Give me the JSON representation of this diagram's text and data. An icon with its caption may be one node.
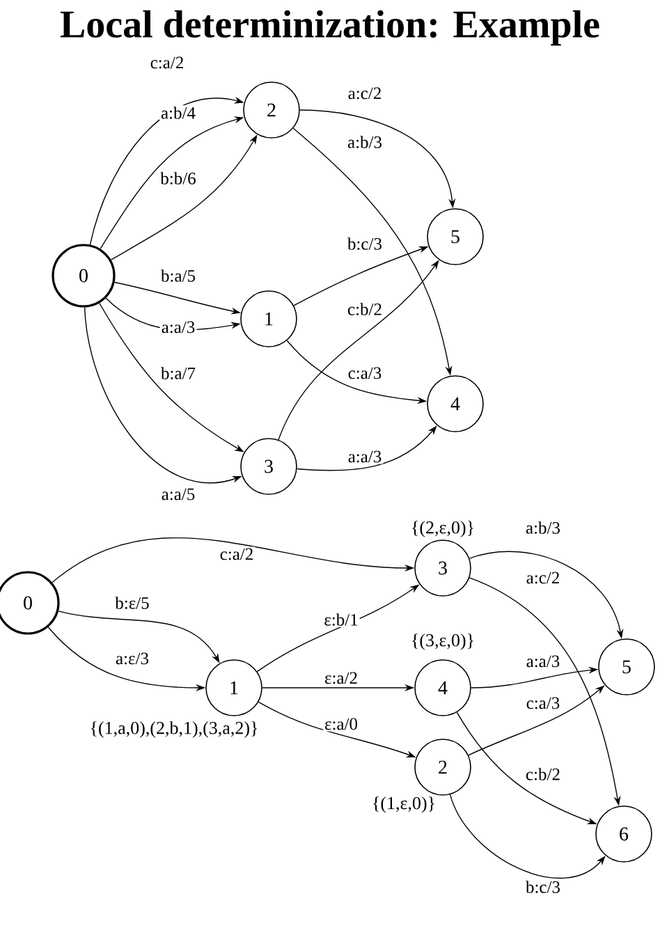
{
  "diagram": {
    "title": "Local determinization: Example",
    "nodes": [
      {
        "text": [
          "0"
        ]
      },
      {
        "text": [
          "2"
        ]
      },
      {
        "text": [
          "5"
        ]
      },
      {
        "text": [
          "1"
        ]
      },
      {
        "text": [
          "4"
        ]
      },
      {
        "text": [
          "3"
        ]
      },
      {
        "text": [
          "0"
        ]
      },
      {
        "text": [
          "3"
        ],
        "beside": [
          "{(2,ε,0)}"
        ]
      },
      {
        "text": [
          "1"
        ],
        "beside": [
          "{(1,a,0),(2,b,1),(3,a,2)}"
        ]
      },
      {
        "text": [
          "4"
        ],
        "beside": [
          "{(3,ε,0)}"
        ]
      },
      {
        "text": [
          "5"
        ]
      },
      {
        "text": [
          "2"
        ],
        "beside": [
          "{(1,ε,0)}"
        ]
      },
      {
        "text": [
          "6"
        ]
      }
    ],
    "edges": [
      {
        "from": 0,
        "to": 1,
        "arrow": "to",
        "label": "c:a/2"
      },
      {
        "from": 0,
        "to": 1,
        "arrow": "to",
        "label": "a:b/4"
      },
      {
        "from": 0,
        "to": 1,
        "arrow": "to",
        "label": "b:b/6"
      },
      {
        "from": 1,
        "to": 2,
        "arrow": "to",
        "label": "a:c/2"
      },
      {
        "from": 1,
        "to": 4,
        "arrow": "to",
        "label": "a:b/3"
      },
      {
        "from": 0,
        "to": 3,
        "arrow": "to",
        "label": "b:a/5"
      },
      {
        "from": 0,
        "to": 3,
        "arrow": "to",
        "label": "a:a/3"
      },
      {
        "from": 3,
        "to": 2,
        "arrow": "to",
        "label": "b:c/3"
      },
      {
        "from": 5,
        "to": 2,
        "arrow": "to",
        "label": "c:b/2"
      },
      {
        "from": 3,
        "to": 4,
        "arrow": "to",
        "label": "c:a/3"
      },
      {
        "from": 0,
        "to": 5,
        "arrow": "to",
        "label": "b:a/7"
      },
      {
        "from": 0,
        "to": 5,
        "arrow": "to",
        "label": "a:a/5"
      },
      {
        "from": 5,
        "to": 4,
        "arrow": "to",
        "label": "a:a/3"
      },
      {
        "from": 6,
        "to": 7,
        "arrow": "to",
        "label": "c:a/2"
      },
      {
        "from": 6,
        "to": 8,
        "arrow": "to",
        "label": "b:ε/5"
      },
      {
        "from": 6,
        "to": 8,
        "arrow": "to",
        "label": "a:ε/3"
      },
      {
        "from": 8,
        "to": 7,
        "arrow": "to",
        "label": "ε:b/1"
      },
      {
        "from": 8,
        "to": 9,
        "arrow": "to",
        "label": "ε:a/2"
      },
      {
        "from": 8,
        "to": 11,
        "arrow": "to",
        "label": "ε:a/0"
      },
      {
        "from": 7,
        "to": 10,
        "arrow": "to",
        "label": "a:b/3"
      },
      {
        "from": 7,
        "to": 12,
        "arrow": "to",
        "label": "a:c/2"
      },
      {
        "from": 9,
        "to": 10,
        "arrow": "to",
        "label": "a:a/3"
      },
      {
        "from": 11,
        "to": 10,
        "arrow": "to",
        "label": "c:a/3"
      },
      {
        "from": 9,
        "to": 12,
        "arrow": "to",
        "label": "c:b/2"
      },
      {
        "from": 11,
        "to": 12,
        "arrow": "to",
        "label": "b:c/3"
      }
    ]
  }
}
